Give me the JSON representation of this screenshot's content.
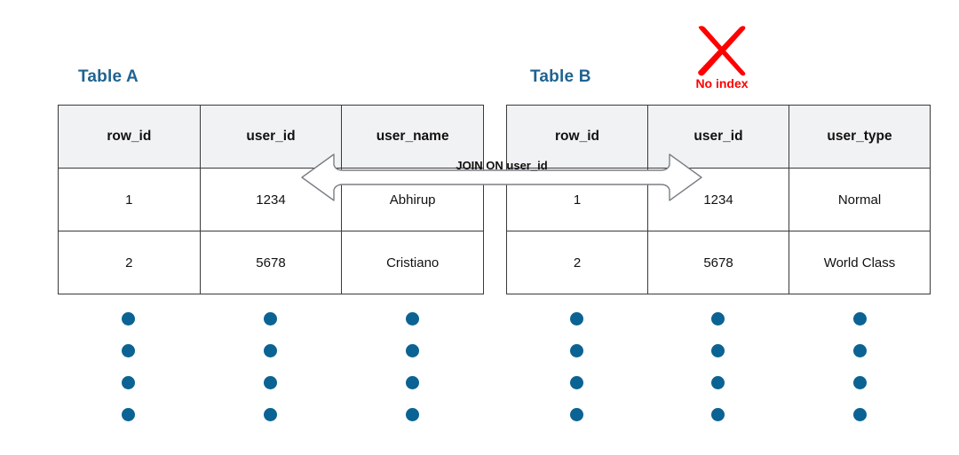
{
  "diagram": {
    "title_a": "Table A",
    "title_b": "Table B",
    "join_label": "JOIN ON user_id",
    "no_index_label": "No index",
    "no_index_icon": "red-x-mark-icon",
    "accent_blue": "#1f6391",
    "dot_blue": "#0b6394",
    "warning_red": "#ff0000",
    "header_fill": "#f1f2f3",
    "border_color": "#3a3a3a"
  },
  "table_a": {
    "name": "Table A",
    "columns": [
      "row_id",
      "user_id",
      "user_name"
    ],
    "rows": [
      [
        "1",
        "1234",
        "Abhirup"
      ],
      [
        "2",
        "5678",
        "Cristiano"
      ]
    ],
    "continuation_dot_rows": 4
  },
  "table_b": {
    "name": "Table B",
    "columns": [
      "row_id",
      "user_id",
      "user_type"
    ],
    "rows": [
      [
        "1",
        "1234",
        "Normal"
      ],
      [
        "2",
        "5678",
        "World Class"
      ]
    ],
    "continuation_dot_rows": 4
  }
}
